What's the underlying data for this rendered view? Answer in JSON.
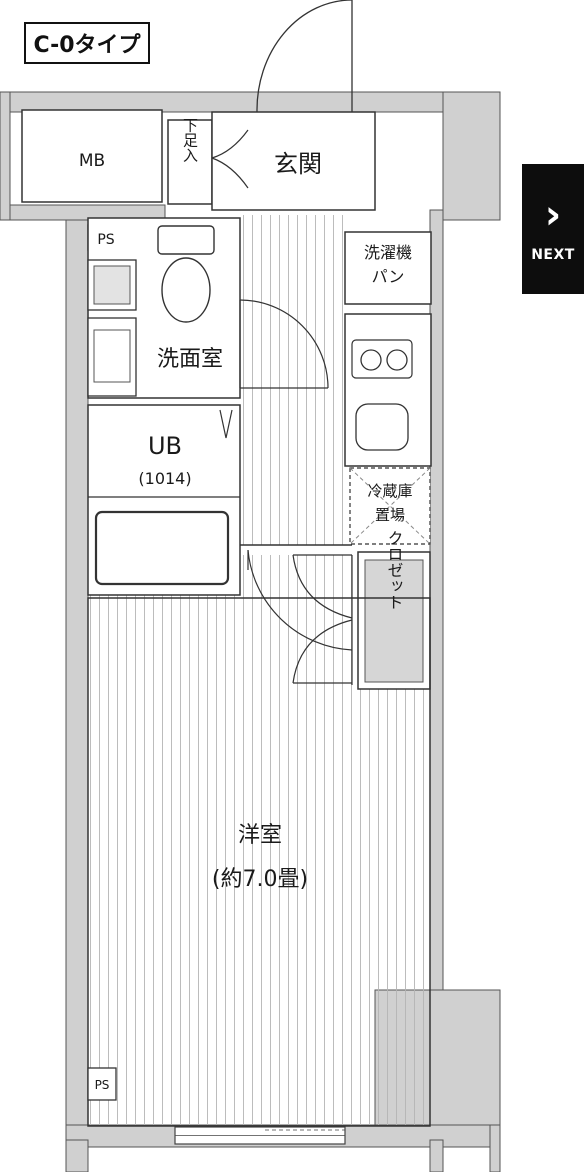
{
  "plan_type": "C-0タイプ",
  "next_button": {
    "label": "NEXT",
    "icon": "chevron-right-icon"
  },
  "rooms": {
    "mb": "MB",
    "shoe_box": "下足入",
    "entrance": "玄関",
    "ps_top": "PS",
    "washroom": "洗面室",
    "laundry_pan_line1": "洗濯機",
    "laundry_pan_line2": "パン",
    "ub": "UB",
    "ub_size": "(1014)",
    "fridge_line1": "冷蔵庫",
    "fridge_line2": "置場",
    "closet": "クロゼット",
    "western_room": "洋室",
    "western_room_size": "(約7.0畳)",
    "ps_bottom": "PS"
  },
  "colors": {
    "wall": "#d0d0d0",
    "line": "#333333",
    "accent": "#0d0d0d"
  }
}
